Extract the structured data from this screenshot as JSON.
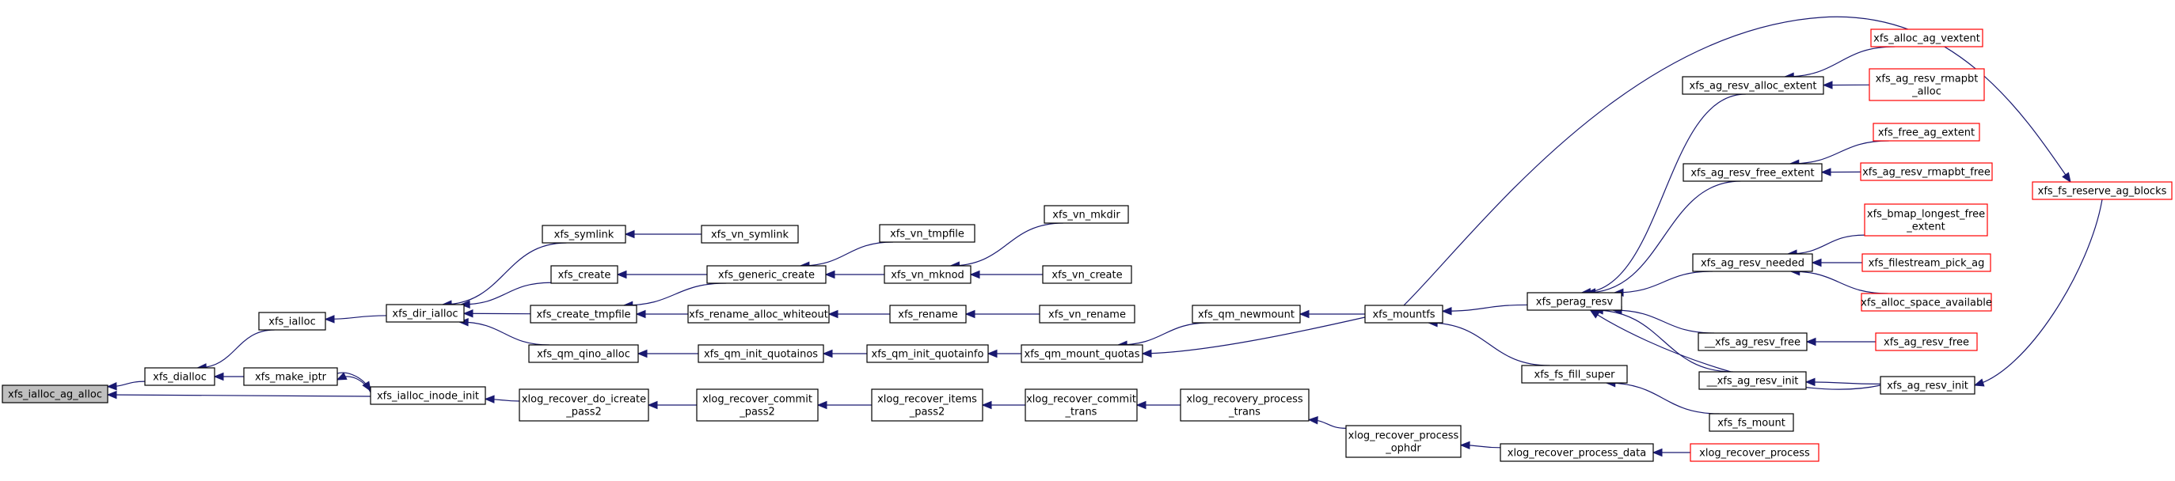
{
  "diagram": {
    "colors": {
      "edge": "#191970",
      "root_fill": "#bfbfbf",
      "node_fill": "#ffffff",
      "node_stroke": "#000000",
      "truncated_stroke": "#ff0000"
    },
    "nodes": [
      {
        "id": "n_ialloc_ag_alloc",
        "lines": [
          "xfs_ialloc_ag_alloc"
        ],
        "style": "root"
      },
      {
        "id": "n_dialloc",
        "lines": [
          "xfs_dialloc"
        ],
        "style": "normal"
      },
      {
        "id": "n_ialloc",
        "lines": [
          "xfs_ialloc"
        ],
        "style": "normal"
      },
      {
        "id": "n_make_iptr",
        "lines": [
          "xfs_make_iptr"
        ],
        "style": "normal"
      },
      {
        "id": "n_ialloc_inode_init",
        "lines": [
          "xfs_ialloc_inode_init"
        ],
        "style": "normal"
      },
      {
        "id": "n_dir_ialloc",
        "lines": [
          "xfs_dir_ialloc"
        ],
        "style": "normal"
      },
      {
        "id": "n_symlink",
        "lines": [
          "xfs_symlink"
        ],
        "style": "normal"
      },
      {
        "id": "n_create",
        "lines": [
          "xfs_create"
        ],
        "style": "normal"
      },
      {
        "id": "n_create_tmpfile",
        "lines": [
          "xfs_create_tmpfile"
        ],
        "style": "normal"
      },
      {
        "id": "n_qm_qino_alloc",
        "lines": [
          "xfs_qm_qino_alloc"
        ],
        "style": "normal"
      },
      {
        "id": "n_recover_do_icreate",
        "lines": [
          "xlog_recover_do_icreate",
          "_pass2"
        ],
        "style": "normal"
      },
      {
        "id": "n_vn_symlink",
        "lines": [
          "xfs_vn_symlink"
        ],
        "style": "normal"
      },
      {
        "id": "n_generic_create",
        "lines": [
          "xfs_generic_create"
        ],
        "style": "normal"
      },
      {
        "id": "n_rename_alloc_whiteout",
        "lines": [
          "xfs_rename_alloc_whiteout"
        ],
        "style": "normal"
      },
      {
        "id": "n_qm_init_quotainos",
        "lines": [
          "xfs_qm_init_quotainos"
        ],
        "style": "normal"
      },
      {
        "id": "n_recover_commit_pass2",
        "lines": [
          "xlog_recover_commit",
          "_pass2"
        ],
        "style": "normal"
      },
      {
        "id": "n_vn_tmpfile",
        "lines": [
          "xfs_vn_tmpfile"
        ],
        "style": "normal"
      },
      {
        "id": "n_vn_mknod",
        "lines": [
          "xfs_vn_mknod"
        ],
        "style": "normal"
      },
      {
        "id": "n_rename",
        "lines": [
          "xfs_rename"
        ],
        "style": "normal"
      },
      {
        "id": "n_qm_init_quotainfo",
        "lines": [
          "xfs_qm_init_quotainfo"
        ],
        "style": "normal"
      },
      {
        "id": "n_recover_items_pass2",
        "lines": [
          "xlog_recover_items",
          "_pass2"
        ],
        "style": "normal"
      },
      {
        "id": "n_vn_mkdir",
        "lines": [
          "xfs_vn_mkdir"
        ],
        "style": "normal"
      },
      {
        "id": "n_vn_create",
        "lines": [
          "xfs_vn_create"
        ],
        "style": "normal"
      },
      {
        "id": "n_vn_rename",
        "lines": [
          "xfs_vn_rename"
        ],
        "style": "normal"
      },
      {
        "id": "n_qm_mount_quotas",
        "lines": [
          "xfs_qm_mount_quotas"
        ],
        "style": "normal"
      },
      {
        "id": "n_recover_commit_trans",
        "lines": [
          "xlog_recover_commit",
          "_trans"
        ],
        "style": "normal"
      },
      {
        "id": "n_qm_newmount",
        "lines": [
          "xfs_qm_newmount"
        ],
        "style": "normal"
      },
      {
        "id": "n_recovery_process_trans",
        "lines": [
          "xlog_recovery_process",
          "_trans"
        ],
        "style": "normal"
      },
      {
        "id": "n_mountfs",
        "lines": [
          "xfs_mountfs"
        ],
        "style": "normal"
      },
      {
        "id": "n_recover_process_ophdr",
        "lines": [
          "xlog_recover_process",
          "_ophdr"
        ],
        "style": "normal"
      },
      {
        "id": "n_recover_process_data",
        "lines": [
          "xlog_recover_process_data"
        ],
        "style": "normal"
      },
      {
        "id": "n_recover_process",
        "lines": [
          "xlog_recover_process"
        ],
        "style": "truncated"
      },
      {
        "id": "n_perag_resv",
        "lines": [
          "xfs_perag_resv"
        ],
        "style": "normal"
      },
      {
        "id": "n_fs_fill_super",
        "lines": [
          "xfs_fs_fill_super"
        ],
        "style": "normal"
      },
      {
        "id": "n_fs_mount",
        "lines": [
          "xfs_fs_mount"
        ],
        "style": "normal"
      },
      {
        "id": "n_ag_resv_alloc_extent",
        "lines": [
          "xfs_ag_resv_alloc_extent"
        ],
        "style": "normal"
      },
      {
        "id": "n_ag_resv_free_extent",
        "lines": [
          "xfs_ag_resv_free_extent"
        ],
        "style": "normal"
      },
      {
        "id": "n_ag_resv_needed",
        "lines": [
          "xfs_ag_resv_needed"
        ],
        "style": "normal"
      },
      {
        "id": "n___ag_resv_free",
        "lines": [
          "__xfs_ag_resv_free"
        ],
        "style": "normal"
      },
      {
        "id": "n___ag_resv_init",
        "lines": [
          "__xfs_ag_resv_init"
        ],
        "style": "normal"
      },
      {
        "id": "n_ag_resv_init",
        "lines": [
          "xfs_ag_resv_init"
        ],
        "style": "normal"
      },
      {
        "id": "n_alloc_ag_vextent",
        "lines": [
          "xfs_alloc_ag_vextent"
        ],
        "style": "truncated"
      },
      {
        "id": "n_ag_resv_rmapbt_alloc",
        "lines": [
          "xfs_ag_resv_rmapbt",
          "_alloc"
        ],
        "style": "truncated"
      },
      {
        "id": "n_free_ag_extent",
        "lines": [
          "xfs_free_ag_extent"
        ],
        "style": "truncated"
      },
      {
        "id": "n_ag_resv_rmapbt_free",
        "lines": [
          "xfs_ag_resv_rmapbt_free"
        ],
        "style": "truncated"
      },
      {
        "id": "n_bmap_longest_free_extent",
        "lines": [
          "xfs_bmap_longest_free",
          "_extent"
        ],
        "style": "truncated"
      },
      {
        "id": "n_filestream_pick_ag",
        "lines": [
          "xfs_filestream_pick_ag"
        ],
        "style": "truncated"
      },
      {
        "id": "n_alloc_space_available",
        "lines": [
          "xfs_alloc_space_available"
        ],
        "style": "truncated"
      },
      {
        "id": "n_ag_resv_free",
        "lines": [
          "xfs_ag_resv_free"
        ],
        "style": "truncated"
      },
      {
        "id": "n_fs_reserve_ag_blocks",
        "lines": [
          "xfs_fs_reserve_ag_blocks"
        ],
        "style": "truncated"
      }
    ],
    "edges": [
      {
        "from": "n_dialloc",
        "to": "n_ialloc_ag_alloc"
      },
      {
        "from": "n_ialloc_inode_init",
        "to": "n_ialloc_ag_alloc"
      },
      {
        "from": "n_ialloc",
        "to": "n_dialloc"
      },
      {
        "from": "n_make_iptr",
        "to": "n_dialloc"
      },
      {
        "from": "n_ialloc_inode_init",
        "to": "n_make_iptr"
      },
      {
        "from": "n_make_iptr",
        "to": "n_ialloc_inode_init"
      },
      {
        "from": "n_dir_ialloc",
        "to": "n_ialloc"
      },
      {
        "from": "n_symlink",
        "to": "n_dir_ialloc"
      },
      {
        "from": "n_create",
        "to": "n_dir_ialloc"
      },
      {
        "from": "n_create_tmpfile",
        "to": "n_dir_ialloc"
      },
      {
        "from": "n_qm_qino_alloc",
        "to": "n_dir_ialloc"
      },
      {
        "from": "n_recover_do_icreate",
        "to": "n_ialloc_inode_init"
      },
      {
        "from": "n_vn_symlink",
        "to": "n_symlink"
      },
      {
        "from": "n_generic_create",
        "to": "n_create"
      },
      {
        "from": "n_generic_create",
        "to": "n_create_tmpfile"
      },
      {
        "from": "n_rename_alloc_whiteout",
        "to": "n_create_tmpfile"
      },
      {
        "from": "n_qm_init_quotainos",
        "to": "n_qm_qino_alloc"
      },
      {
        "from": "n_recover_commit_pass2",
        "to": "n_recover_do_icreate"
      },
      {
        "from": "n_vn_tmpfile",
        "to": "n_generic_create"
      },
      {
        "from": "n_vn_mknod",
        "to": "n_generic_create"
      },
      {
        "from": "n_rename",
        "to": "n_rename_alloc_whiteout"
      },
      {
        "from": "n_qm_init_quotainfo",
        "to": "n_qm_init_quotainos"
      },
      {
        "from": "n_recover_items_pass2",
        "to": "n_recover_commit_pass2"
      },
      {
        "from": "n_vn_mkdir",
        "to": "n_vn_mknod"
      },
      {
        "from": "n_vn_create",
        "to": "n_vn_mknod"
      },
      {
        "from": "n_vn_rename",
        "to": "n_rename"
      },
      {
        "from": "n_qm_mount_quotas",
        "to": "n_qm_init_quotainfo"
      },
      {
        "from": "n_recover_commit_trans",
        "to": "n_recover_items_pass2"
      },
      {
        "from": "n_qm_newmount",
        "to": "n_qm_mount_quotas"
      },
      {
        "from": "n_mountfs",
        "to": "n_qm_mount_quotas"
      },
      {
        "from": "n_recovery_process_trans",
        "to": "n_recover_commit_trans"
      },
      {
        "from": "n_mountfs",
        "to": "n_qm_newmount"
      },
      {
        "from": "n_recover_process_ophdr",
        "to": "n_recovery_process_trans"
      },
      {
        "from": "n_recover_process_data",
        "to": "n_recover_process_ophdr"
      },
      {
        "from": "n_recover_process",
        "to": "n_recover_process_data"
      },
      {
        "from": "n_perag_resv",
        "to": "n_mountfs"
      },
      {
        "from": "n_fs_fill_super",
        "to": "n_mountfs"
      },
      {
        "from": "n_fs_mount",
        "to": "n_fs_fill_super"
      },
      {
        "from": "n_ag_resv_alloc_extent",
        "to": "n_perag_resv"
      },
      {
        "from": "n_ag_resv_free_extent",
        "to": "n_perag_resv"
      },
      {
        "from": "n_ag_resv_needed",
        "to": "n_perag_resv"
      },
      {
        "from": "n___ag_resv_free",
        "to": "n_perag_resv"
      },
      {
        "from": "n___ag_resv_init",
        "to": "n_perag_resv"
      },
      {
        "from": "n_ag_resv_init",
        "to": "n_perag_resv"
      },
      {
        "from": "n_alloc_ag_vextent",
        "to": "n_ag_resv_alloc_extent"
      },
      {
        "from": "n_ag_resv_rmapbt_alloc",
        "to": "n_ag_resv_alloc_extent"
      },
      {
        "from": "n_free_ag_extent",
        "to": "n_ag_resv_free_extent"
      },
      {
        "from": "n_ag_resv_rmapbt_free",
        "to": "n_ag_resv_free_extent"
      },
      {
        "from": "n_bmap_longest_free_extent",
        "to": "n_ag_resv_needed"
      },
      {
        "from": "n_filestream_pick_ag",
        "to": "n_ag_resv_needed"
      },
      {
        "from": "n_alloc_space_available",
        "to": "n_ag_resv_needed"
      },
      {
        "from": "n_ag_resv_free",
        "to": "n___ag_resv_free"
      },
      {
        "from": "n_ag_resv_init",
        "to": "n___ag_resv_init"
      },
      {
        "from": "n_fs_reserve_ag_blocks",
        "to": "n_ag_resv_init"
      },
      {
        "from": "n_mountfs",
        "to": "n_fs_reserve_ag_blocks"
      }
    ]
  }
}
